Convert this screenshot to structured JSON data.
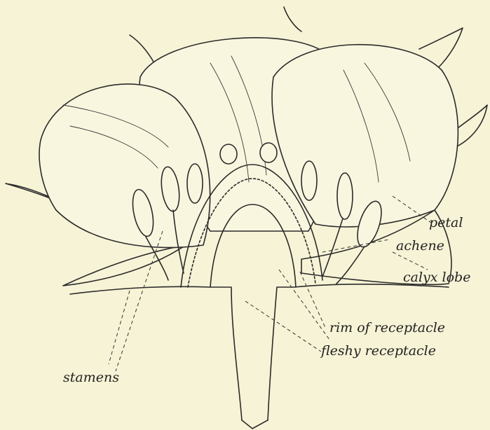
{
  "labels": {
    "petal": "petal",
    "achene": "achene",
    "calyx_lobe": "calyx lobe",
    "rim_of_receptacle": "rim of receptacle",
    "fleshy_receptacle": "fleshy receptacle",
    "stamens": "stamens"
  },
  "colors": {
    "paper": "#f7f3d6",
    "ink": "#2b2b2b"
  }
}
